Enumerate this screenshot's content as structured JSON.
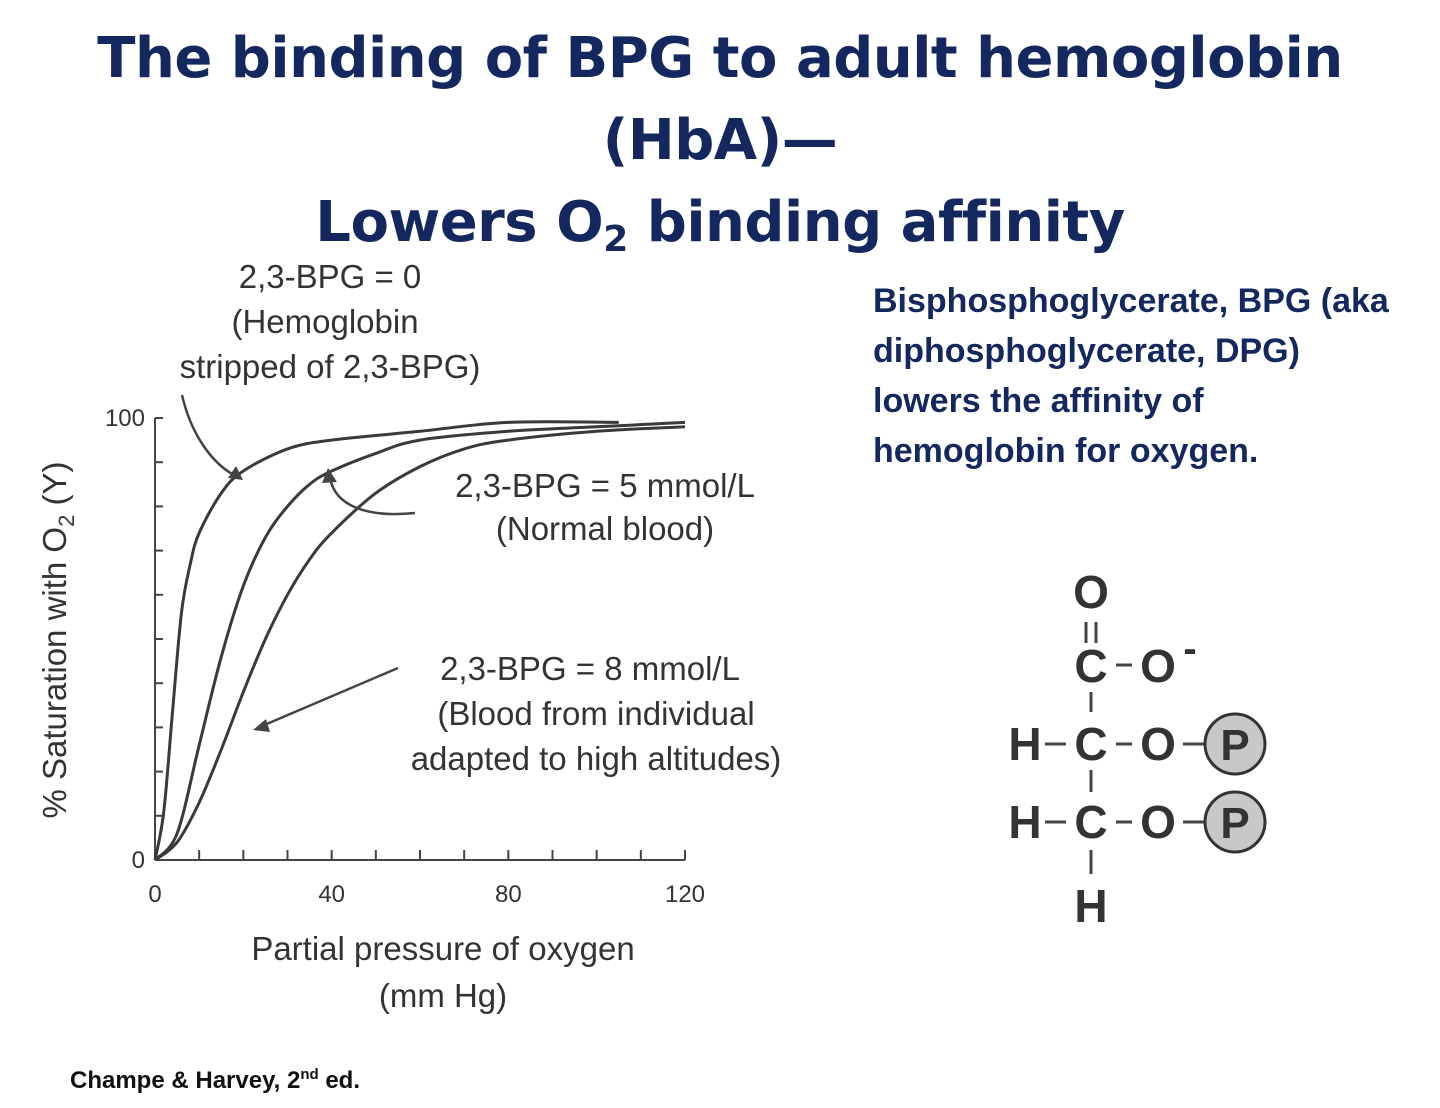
{
  "slide": {
    "title_line1": "The binding of BPG to adult hemoglobin (HbA)—",
    "title_line2_pre": "Lowers O",
    "title_line2_sub": "2",
    "title_line2_post": " binding affinity",
    "description": "Bisphosphoglycerate, BPG (aka diphosphoglycerate, DPG) lowers the affinity of hemoglobin for oxygen.",
    "citation_pre": "Champe & Harvey, 2",
    "citation_sup": "nd",
    "citation_post": " ed."
  },
  "chart_data": {
    "type": "line",
    "xlabel_line1": "Partial pressure of oxygen",
    "xlabel_line2": "(mm Hg)",
    "ylabel_pre": "% Saturation with O",
    "ylabel_sub": "2",
    "ylabel_post": " (Y)",
    "xlim": [
      0,
      120
    ],
    "ylim": [
      0,
      100
    ],
    "x_ticks": [
      0,
      40,
      80,
      120
    ],
    "y_ticks": [
      0,
      100
    ],
    "series": [
      {
        "name": "2,3-BPG = 0",
        "x": [
          0,
          2,
          4,
          6,
          8,
          10,
          15,
          20,
          30,
          40,
          60,
          80,
          105
        ],
        "y": [
          0,
          11,
          34,
          56,
          67,
          74,
          83,
          88,
          93,
          95,
          97,
          99,
          99
        ]
      },
      {
        "name": "2,3-BPG = 5 mmol/L",
        "x": [
          0,
          5,
          10,
          15,
          20,
          25,
          30,
          35,
          40,
          50,
          60,
          80,
          100,
          120
        ],
        "y": [
          0,
          6,
          26,
          46,
          62,
          73,
          80,
          85,
          88,
          92,
          95,
          97,
          98,
          99
        ]
      },
      {
        "name": "2,3-BPG = 8 mmol/L",
        "x": [
          0,
          5,
          10,
          15,
          20,
          25,
          30,
          35,
          40,
          50,
          60,
          70,
          80,
          100,
          120
        ],
        "y": [
          0,
          4,
          13,
          25,
          38,
          50,
          60,
          68,
          74,
          83,
          89,
          93,
          95,
          97,
          98
        ]
      }
    ],
    "annotations": [
      {
        "lines": [
          "2,3-BPG = 0",
          "(Hemoglobin",
          "stripped of 2,3-BPG)"
        ]
      },
      {
        "lines": [
          "2,3-BPG = 5 mmol/L",
          "(Normal blood)"
        ]
      },
      {
        "lines": [
          "2,3-BPG = 8 mmol/L",
          "(Blood from individual",
          "adapted to high altitudes)"
        ]
      }
    ]
  },
  "molecule": {
    "o_top": "O",
    "c1": "C",
    "o1": "O",
    "charge": "-",
    "h2": "H",
    "c2": "C",
    "o2": "O",
    "p2": "P",
    "h3": "H",
    "c3": "C",
    "o3": "O",
    "p3": "P",
    "h_bottom": "H"
  }
}
